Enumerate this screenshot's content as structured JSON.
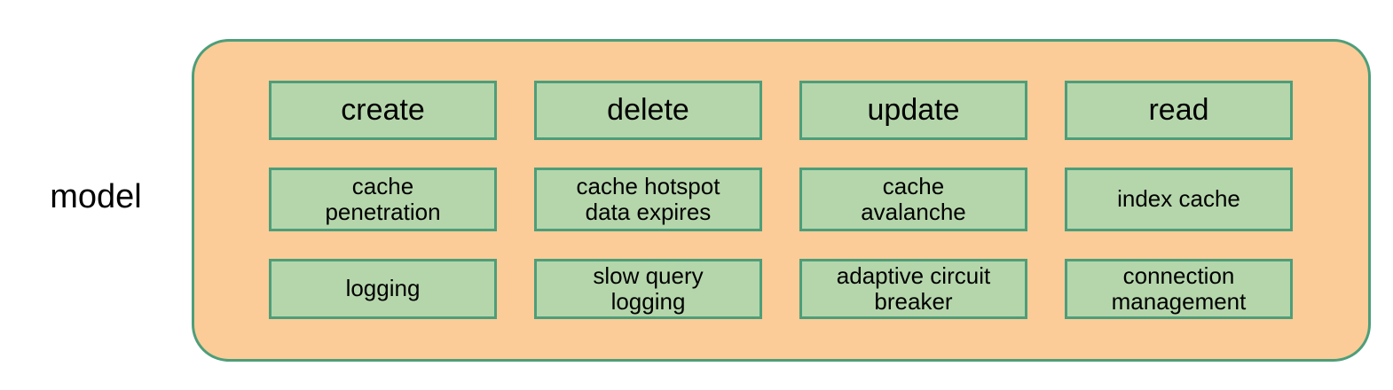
{
  "diagram": {
    "side_label": "model",
    "container": {
      "fill_color": "#fbcc97",
      "border_color": "#4d9e7a"
    },
    "node_style": {
      "fill_color": "#b5d6ab",
      "border_color": "#4d9e7a",
      "text_color": "#000000"
    },
    "columns": [
      {
        "name": "create-column"
      },
      {
        "name": "delete-column"
      },
      {
        "name": "update-column"
      },
      {
        "name": "read-column"
      }
    ],
    "rows": [
      {
        "name": "operations-row",
        "cells": [
          {
            "label": "create"
          },
          {
            "label": "delete"
          },
          {
            "label": "update"
          },
          {
            "label": "read"
          }
        ]
      },
      {
        "name": "cache-concerns-row",
        "cells": [
          {
            "label": "cache\npenetration"
          },
          {
            "label": "cache hotspot\ndata expires"
          },
          {
            "label": "cache\navalanche"
          },
          {
            "label": "index cache"
          }
        ]
      },
      {
        "name": "operational-concerns-row",
        "cells": [
          {
            "label": "logging"
          },
          {
            "label": "slow query\nlogging"
          },
          {
            "label": "adaptive circuit\nbreaker"
          },
          {
            "label": "connection\nmanagement"
          }
        ]
      }
    ]
  }
}
